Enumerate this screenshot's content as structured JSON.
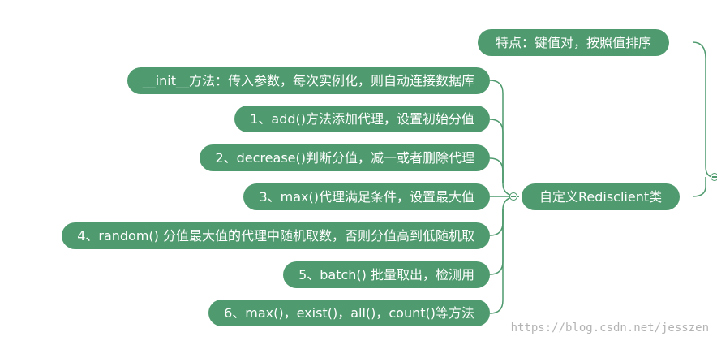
{
  "top_node": {
    "label": "特点：键值对，按照值排序"
  },
  "center_node": {
    "label": "自定义Redisclient类"
  },
  "children": [
    {
      "label": "__init__方法：传入参数，每次实例化，则自动连接数据库"
    },
    {
      "label": "1、add()方法添加代理，设置初始分值"
    },
    {
      "label": "2、decrease()判断分值，减一或者删除代理"
    },
    {
      "label": "3、max()代理满足条件，设置最大值"
    },
    {
      "label": "4、random() 分值最大值的代理中随机取数，否则分值高到低随机取"
    },
    {
      "label": "5、batch() 批量取出，检测用"
    },
    {
      "label": "6、max()，exist()，all()，count()等方法"
    }
  ],
  "watermark": "https://blog.csdn.net/jesszen",
  "colors": {
    "node_fill": "#4f9a6e",
    "connector": "#4f9a6e",
    "text": "#ffffff"
  }
}
